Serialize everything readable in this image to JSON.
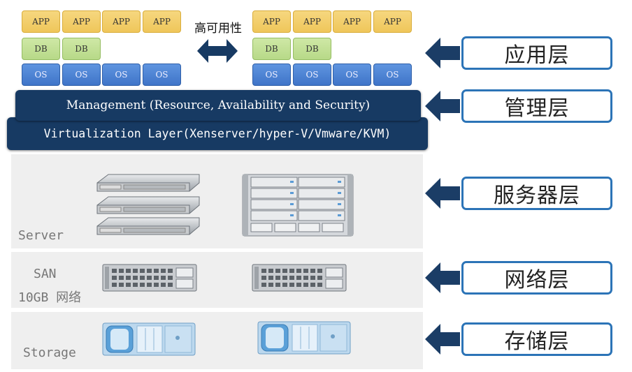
{
  "stacks": {
    "app_label": "APP",
    "db_label": "DB",
    "os_label": "OS",
    "ha_label": "高可用性"
  },
  "platform": {
    "management": "Management (Resource, Availability and Security)",
    "virtualization": "Virtualization Layer(Xenserver/hyper-V/Vmware/KVM)"
  },
  "bands": {
    "server": "Server",
    "network_line1": "SAN",
    "network_line2": "10GB 网络",
    "storage": "Storage"
  },
  "layers": [
    "应用层",
    "管理层",
    "服务器层",
    "网络层",
    "存储层"
  ],
  "colors": {
    "app": "#f0c95e",
    "db": "#bfdc90",
    "os": "#4a80d0",
    "platform": "#173a63",
    "layer_border": "#2c74b7",
    "arrow": "#1b3d66"
  }
}
